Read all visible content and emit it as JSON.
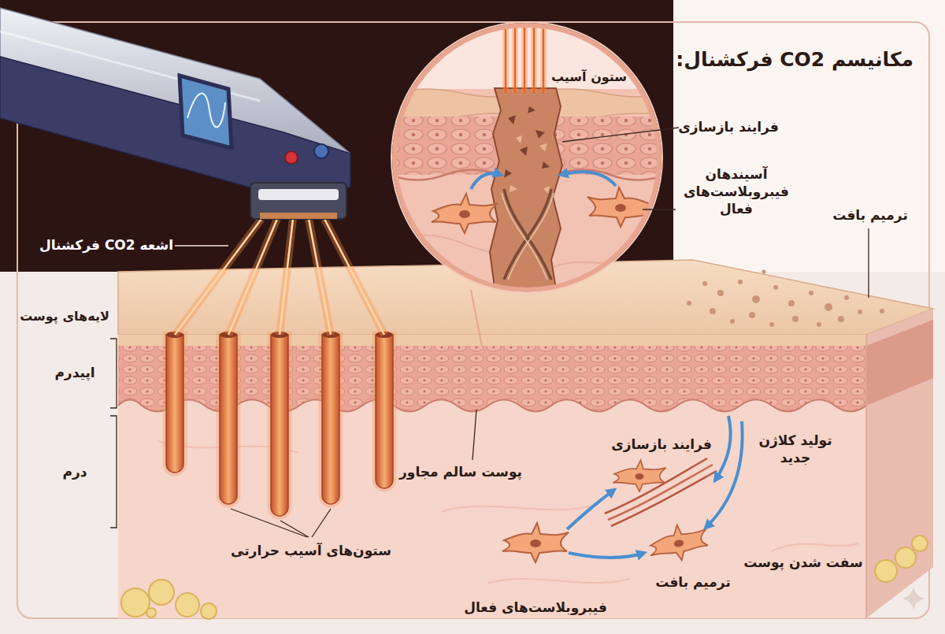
{
  "diagram": {
    "title": "مکانیسم CO2 فرکشنال:",
    "labels": [
      "ستون آسیب",
      "فرایند بازسازی",
      "آسیندهان فیبروبلاست‌های فعال",
      "ترمیم بافت",
      "اشعه CO2 فرکشنال",
      "لایه‌های پوست",
      "اپیدرم",
      "درم",
      "ستون‌های آسیب حرارتی",
      "پوست سالم مجاور",
      "فرایند بازسازی",
      "تولید کلاژن جدید",
      "سفت شدن پوست",
      "فیبروبلاست‌های فعال",
      "ترمیم بافت"
    ]
  }
}
